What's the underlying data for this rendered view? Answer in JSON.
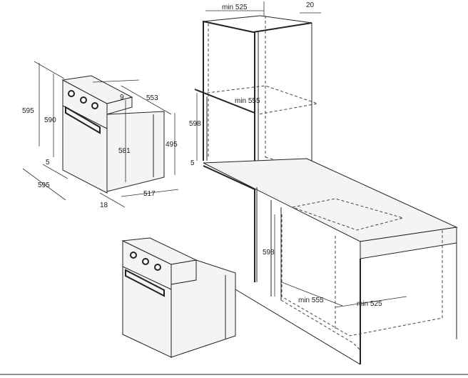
{
  "diagram": {
    "oven_dimensions": {
      "height_total": "595",
      "height_body": "590",
      "top_offset": "9",
      "depth_total": "553",
      "inner_height": "581",
      "side_height": "495",
      "bottom_offset": "5",
      "width": "595",
      "depth_body": "517",
      "front_thickness": "18"
    },
    "tall_cabinet": {
      "min_depth": "min 525",
      "rear_gap": "20",
      "min_width": "min 555",
      "niche_height": "598",
      "shelf_offset": "5"
    },
    "base_cabinet": {
      "niche_height": "598",
      "min_width": "min 555",
      "min_depth": "min 525"
    }
  }
}
